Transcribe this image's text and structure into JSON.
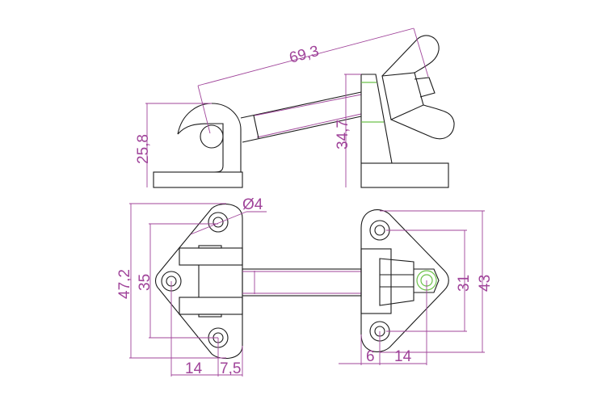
{
  "drawing": {
    "side_view": {
      "dim_length": "69,3",
      "dim_hook_height": "25,8",
      "dim_post_height": "34,7"
    },
    "top_view": {
      "dim_hole_diameter": "Ø4",
      "dim_left_overall_height": "47,2",
      "dim_left_hole_spacing": "35",
      "dim_left_hole_offset": "14",
      "dim_left_edge_offset": "7,5",
      "dim_right_hole_spacing": "31",
      "dim_right_overall_height": "43",
      "dim_right_edge_offset": "6",
      "dim_right_center_offset": "14"
    },
    "colors": {
      "dimension": "#a0449a",
      "outline": "#1a1a1a",
      "highlight": "#6cc24a"
    }
  }
}
